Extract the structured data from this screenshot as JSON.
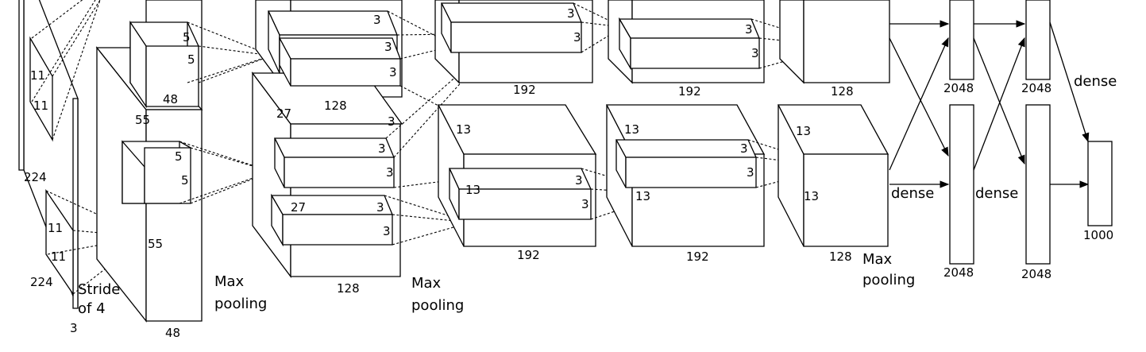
{
  "labels": {
    "in_224_a": "224",
    "in_224_b": "224",
    "in_3": "3",
    "in_k11_a": "11",
    "in_k11_b": "11",
    "in_k11_c": "11",
    "in_k11_d": "11",
    "stride_1": "Stride",
    "stride_2": "of 4",
    "c1_55_a": "55",
    "c1_55_b": "55",
    "c1_48_top": "48",
    "c1_48_bot": "48",
    "c1_k5_a": "5",
    "c1_k5_b": "5",
    "c1_k5_c": "5",
    "c1_k5_d": "5",
    "pool1_1": "Max",
    "pool1_2": "pooling",
    "c2_27_a": "27",
    "c2_27_b": "27",
    "c2_128_top": "128",
    "c2_128_bot": "128",
    "c2_k3_a": "3",
    "c2_k3_b": "3",
    "c2_k3_c": "3",
    "c2_k3_d": "3",
    "c2_k3_e": "3",
    "c2_k3_f": "3",
    "c2_k3_g": "3",
    "c2_k3_h": "3",
    "pool2_1": "Max",
    "pool2_2": "pooling",
    "c3_13_a": "13",
    "c3_13_b": "13",
    "c3_192_top": "192",
    "c3_192_bot": "192",
    "c3_k3_a": "3",
    "c3_k3_b": "3",
    "c3_k3_c": "3",
    "c3_k3_d": "3",
    "c4_13_a": "13",
    "c4_13_b": "13",
    "c4_192_top": "192",
    "c4_192_bot": "192",
    "c4_k3_a": "3",
    "c4_k3_b": "3",
    "c4_k3_c": "3",
    "c4_k3_d": "3",
    "c5_13_a": "13",
    "c5_13_b": "13",
    "c5_128_top": "128",
    "c5_128_bot": "128",
    "pool3_1": "Max",
    "pool3_2": "pooling",
    "dense_a": "dense",
    "dense_b": "dense",
    "dense_c": "dense",
    "fc_2048_a": "2048",
    "fc_2048_b": "2048",
    "fc_2048_c": "2048",
    "fc_2048_d": "2048",
    "out_1000": "1000"
  }
}
